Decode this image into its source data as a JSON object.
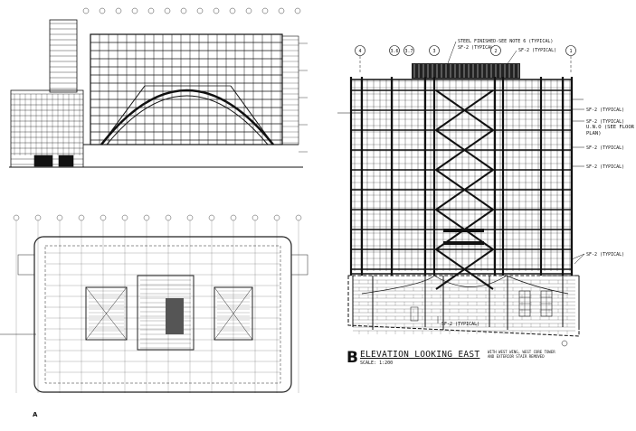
{
  "sheet": {
    "elevation_b": {
      "letter": "B",
      "title": "ELEVATION LOOKING EAST",
      "scale": "SCALE: 1:200",
      "note_line1": "WITH WEST WING, WEST CORE TOWER",
      "note_line2": "AND EXTERIOR STAIR REMOVED",
      "grid_bubbles": [
        "4",
        "3.6",
        "3.7",
        "3",
        "2",
        "1"
      ],
      "callouts": {
        "steel": "STEEL FINISHED-SEE NOTE 6 (TYPICAL)",
        "sf2_top": "SF-2 (TYPICAL)",
        "sf2_roof": "SF-2 (TYPICAL)",
        "right": [
          "SF-2 (TYPICAL)",
          "SF-2 (TYPICAL)",
          "SF-2 (TYPICAL)",
          "SF-2 (TYPICAL)"
        ],
        "uno": "U.N.O (SEE FLOOR PLAN)",
        "lower_right": "SF-2 (TYPICAL)",
        "base": "SF-2 (TYPICAL)"
      }
    },
    "plan_a": {
      "letter": "A"
    }
  }
}
